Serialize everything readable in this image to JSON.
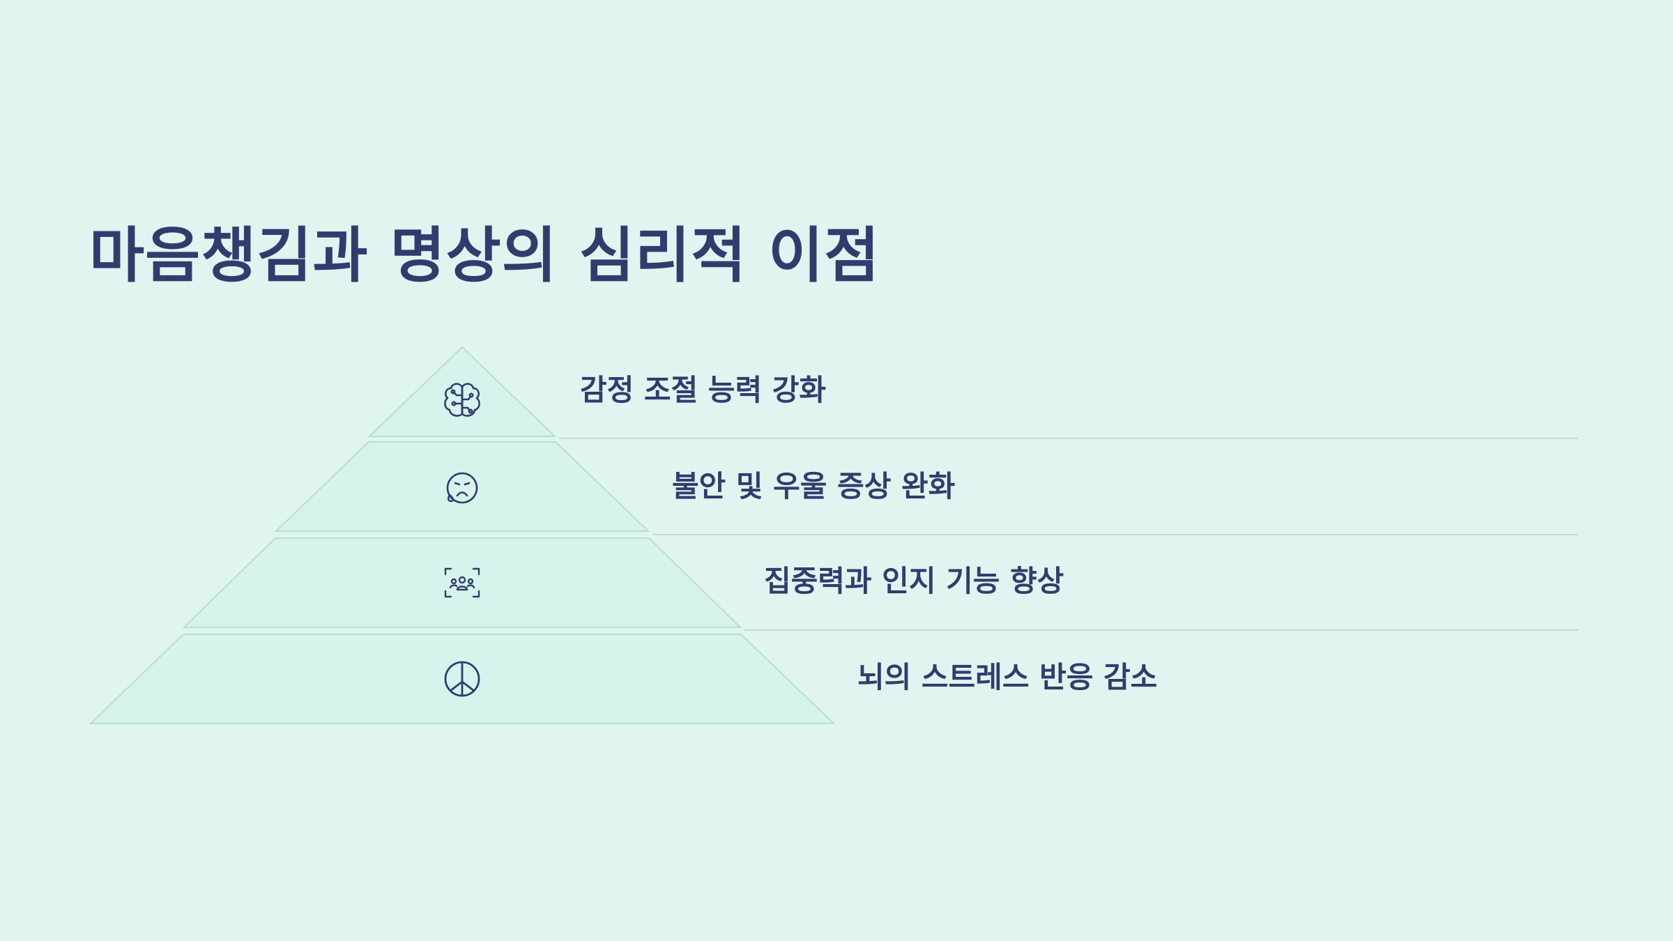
{
  "title": "마음챙김과 명상의 심리적 이점",
  "colors": {
    "background": "#e0f5ef",
    "tier_fill": "#d6f4ec",
    "tier_stroke": "#b9ddd3",
    "divider": "#c2ddd6",
    "text": "#2f3d6e",
    "icon": "#2f3d6e"
  },
  "tiers": [
    {
      "label": "감정 조절 능력 강화",
      "icon": "brain-circuit-icon"
    },
    {
      "label": "불안 및 우울 증상 완화",
      "icon": "sad-face-icon"
    },
    {
      "label": "집중력과 인지 기능 향상",
      "icon": "group-focus-icon"
    },
    {
      "label": "뇌의 스트레스 반응 감소",
      "icon": "peace-sign-icon"
    }
  ]
}
